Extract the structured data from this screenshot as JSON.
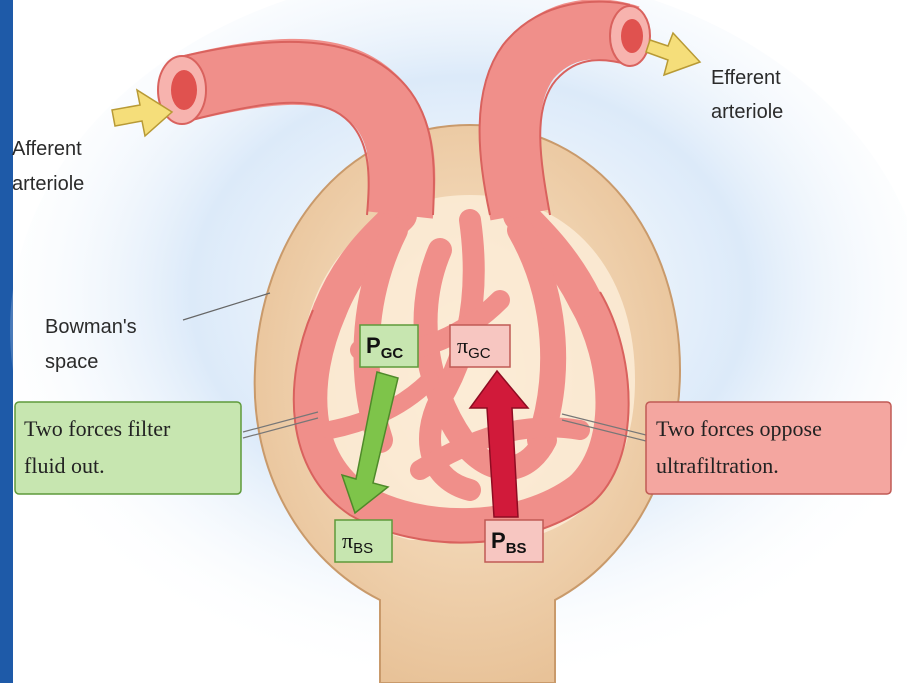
{
  "labels": {
    "afferent_line1": "Afferent",
    "afferent_line2": "arteriole",
    "efferent_line1": "Efferent",
    "efferent_line2": "arteriole",
    "bowman_line1": "Bowman's",
    "bowman_line2": "space"
  },
  "callouts": {
    "filter_line1": "Two forces filter",
    "filter_line2": "fluid out.",
    "oppose_line1": "Two forces oppose",
    "oppose_line2": "ultrafiltration."
  },
  "forces": {
    "p_gc": {
      "symbol": "P",
      "subscript": "GC"
    },
    "pi_gc": {
      "symbol": "π",
      "subscript": "GC"
    },
    "pi_bs": {
      "symbol": "π",
      "subscript": "BS"
    },
    "p_bs": {
      "symbol": "P",
      "subscript": "BS"
    }
  },
  "colors": {
    "filter_green": "#8dc65a",
    "filter_box": "#c7e6b0",
    "oppose_red": "#d11a3a",
    "oppose_box": "#f4a6a0",
    "vessel": "#f08f8a",
    "capsule": "#e9c8a0",
    "flow_arrow": "#f5de7a"
  }
}
